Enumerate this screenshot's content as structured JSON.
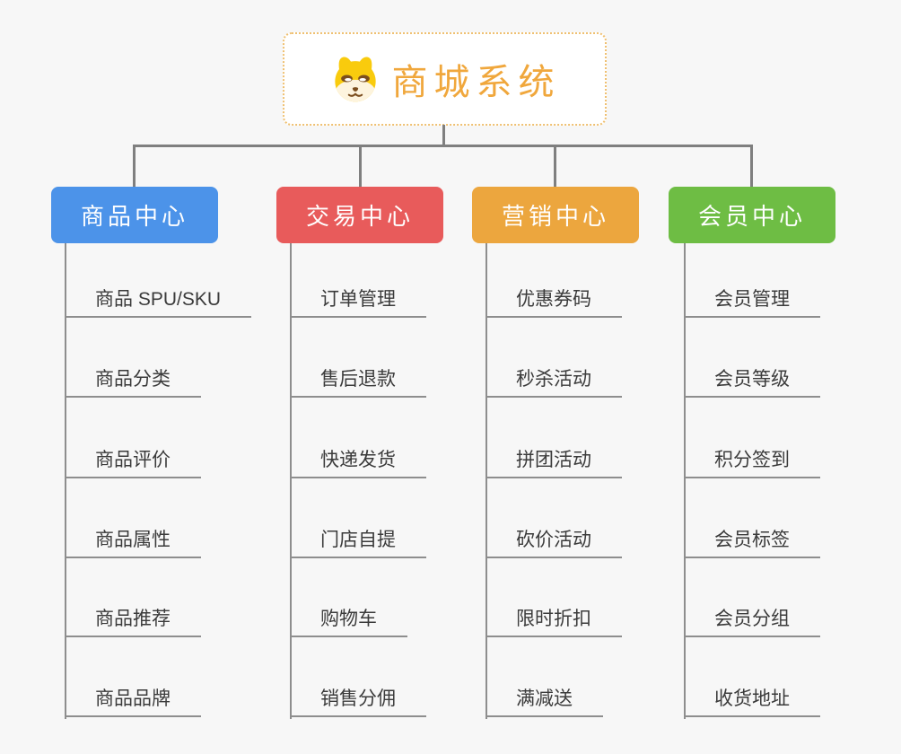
{
  "canvas": {
    "background_color": "#F7F7F7"
  },
  "root": {
    "label": "商城系统",
    "icon": "shiba-dog-face",
    "text_color": "#F0A73C",
    "border_color": "#EFC071",
    "background_color": "#FFFFFF"
  },
  "branches": [
    {
      "label": "商品中心",
      "color": "#4C93E9",
      "items": [
        "商品 SPU/SKU",
        "商品分类",
        "商品评价",
        "商品属性",
        "商品推荐",
        "商品品牌"
      ]
    },
    {
      "label": "交易中心",
      "color": "#E85B5B",
      "items": [
        "订单管理",
        "售后退款",
        "快递发货",
        "门店自提",
        "购物车",
        "销售分佣"
      ]
    },
    {
      "label": "营销中心",
      "color": "#ECA63E",
      "items": [
        "优惠券码",
        "秒杀活动",
        "拼团活动",
        "砍价活动",
        "限时折扣",
        "满减送"
      ]
    },
    {
      "label": "会员中心",
      "color": "#6EBD44",
      "items": [
        "会员管理",
        "会员等级",
        "积分签到",
        "会员标签",
        "会员分组",
        "收货地址"
      ]
    }
  ],
  "lines": {
    "connector_color": "#7F7F7F",
    "spine_color": "#8E8E8E",
    "item_underline_color": "#8E8E8E",
    "item_text_color": "#3B3B3B"
  }
}
